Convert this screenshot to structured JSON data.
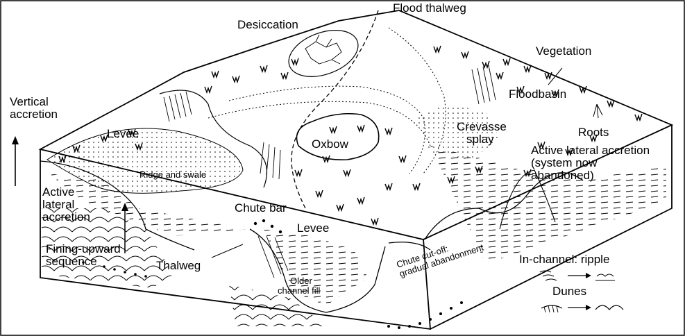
{
  "labels": {
    "flood_thalweg": "Flood thalweg",
    "desiccation": "Desiccation",
    "vegetation": "Vegetation",
    "vertical_accretion_1": "Vertical",
    "vertical_accretion_2": "accretion",
    "floodbasin": "Floodbasin",
    "levee_left": "Levee",
    "oxbow": "Oxbow",
    "crevasse_1": "Crevasse",
    "crevasse_2": "splay",
    "roots": "Roots",
    "active_lateral_right_1": "Active lateral accretion",
    "active_lateral_right_2": "(system now",
    "active_lateral_right_3": "abandoned)",
    "ridge_and_swale": "Ridge and swale",
    "active_lateral_left_1": "Active",
    "active_lateral_left_2": "lateral",
    "active_lateral_left_3": "accretion",
    "chute_bar": "Chute bar",
    "levee_center": "Levee",
    "chute_cutoff_1": "Chute cut-off:",
    "chute_cutoff_2": "gradual abandonment",
    "fining_upward_1": "Fining-upward",
    "fining_upward_2": "sequence",
    "thalweg": "Thalweg",
    "older_fill_1": "Older",
    "older_fill_2": "channel fill",
    "in_channel_ripple": "In-channel: ripple",
    "dunes": "Dunes"
  },
  "colors": {
    "ink": "#000000",
    "paper": "#ffffff"
  },
  "icons": [
    "grass-tuft-icon",
    "arrow-up-icon",
    "arrow-right-icon",
    "ripple-symbol-icon",
    "dune-symbol-icon"
  ]
}
